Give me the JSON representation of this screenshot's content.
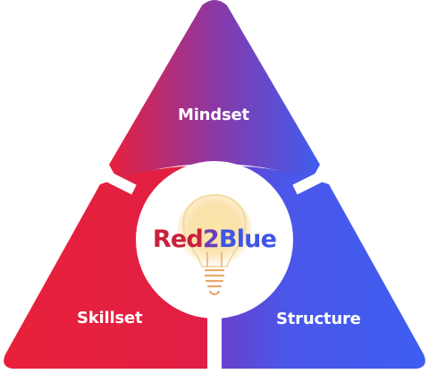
{
  "diagram": {
    "segments": {
      "top_label": "Mindset",
      "left_label": "Skillset",
      "right_label": "Structure"
    },
    "center": {
      "brand_part_red": "Red",
      "brand_part_mid": "2",
      "brand_part_blue": "Blue",
      "icon": "lightbulb-icon"
    },
    "colors": {
      "red": "#e8203a",
      "blue": "#3e5df0",
      "purple": "#8a3aa8",
      "bulb_glow": "#f7c96a",
      "bulb_outline": "#e9a86e"
    }
  }
}
